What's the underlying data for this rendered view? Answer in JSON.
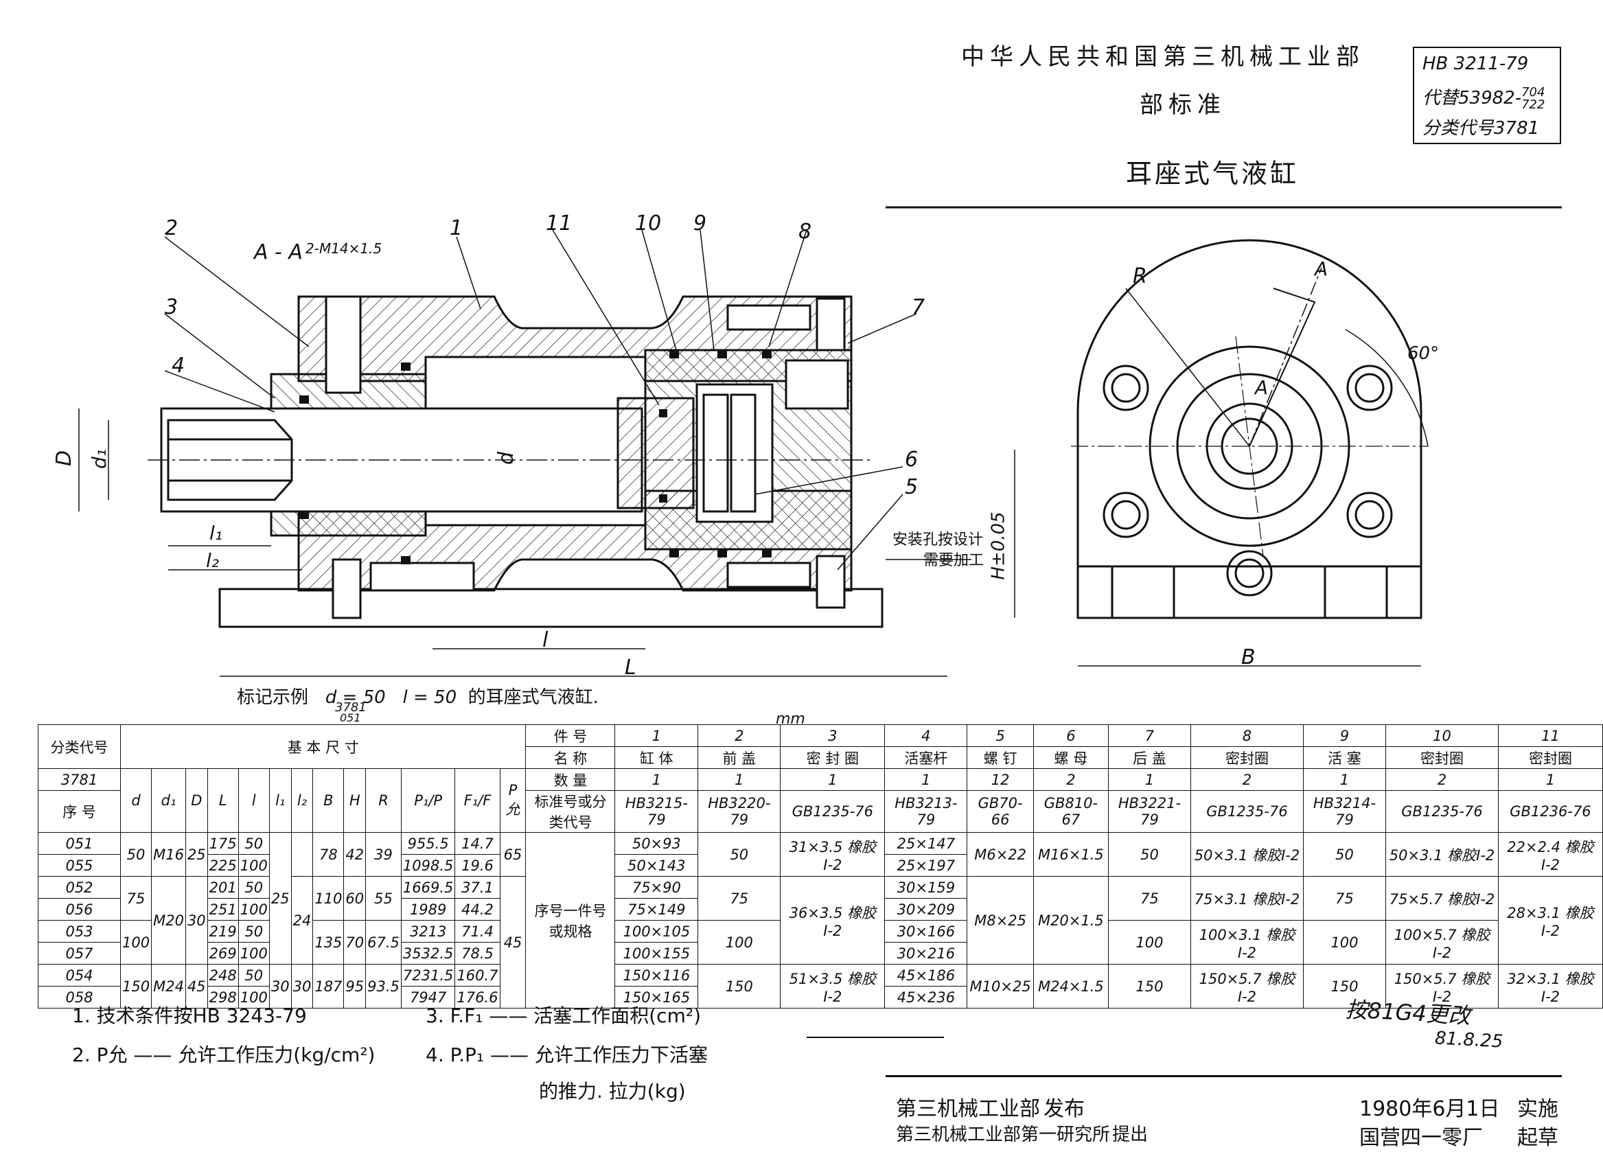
{
  "header": {
    "ministry": "中华人民共和国第三机械工业部",
    "standard_type": "部标准",
    "title": "耳座式气液缸",
    "std_no": "HB 3211-79",
    "replaces_prefix": "代替53982-",
    "replaces_num": "704",
    "replaces_den": "722",
    "class_code": "分类代号3781"
  },
  "drawing": {
    "section_label": "A - A",
    "thread_callout": "2-M14×1.5",
    "callouts": [
      "1",
      "2",
      "3",
      "4",
      "5",
      "6",
      "7",
      "8",
      "9",
      "10",
      "11"
    ],
    "dims": {
      "D": "D",
      "d1": "d₁",
      "d": "d",
      "l1": "l₁",
      "l2": "l₂",
      "l": "l",
      "L": "L",
      "B": "B",
      "H": "H±0.05",
      "R": "R",
      "A": "A",
      "angle": "60°"
    },
    "mount_note_1": "安装孔按设计",
    "mount_note_2": "需要加工",
    "marking_example_prefix": "标记示例",
    "marking_example_d": "d = 50",
    "marking_example_l": "l = 50",
    "marking_example_suffix": "的耳座式气液缸.",
    "marking_code_top": "3781",
    "marking_code_bottom": "051",
    "unit": "mm"
  },
  "table": {
    "class_code_label": "分类代号",
    "class_code_value": "3781",
    "serial_label": "序  号",
    "basic_dims_label": "基    本    尺    寸",
    "dim_headers": [
      "d",
      "d₁",
      "D",
      "L",
      "l",
      "l₁",
      "l₂",
      "B",
      "H",
      "R",
      "P₁/P",
      "F₁/F",
      "P允"
    ],
    "part_row_labels": [
      "件  号",
      "名  称",
      "数  量",
      "标准号或分类代号"
    ],
    "parts": [
      {
        "no": "1",
        "name": "缸  体",
        "qty": "1",
        "std": "HB3215-79"
      },
      {
        "no": "2",
        "name": "前  盖",
        "qty": "1",
        "std": "HB3220-79"
      },
      {
        "no": "3",
        "name": "密 封 圈",
        "qty": "1",
        "std": "GB1235-76"
      },
      {
        "no": "4",
        "name": "活塞杆",
        "qty": "1",
        "std": "HB3213-79"
      },
      {
        "no": "5",
        "name": "螺  钉",
        "qty": "12",
        "std": "GB70-66"
      },
      {
        "no": "6",
        "name": "螺  母",
        "qty": "2",
        "std": "GB810-67"
      },
      {
        "no": "7",
        "name": "后  盖",
        "qty": "1",
        "std": "HB3221-79"
      },
      {
        "no": "8",
        "name": "密封圈",
        "qty": "2",
        "std": "GB1235-76"
      },
      {
        "no": "9",
        "name": "活  塞",
        "qty": "1",
        "std": "HB3214-79"
      },
      {
        "no": "10",
        "name": "密封圈",
        "qty": "2",
        "std": "GB1235-76"
      },
      {
        "no": "11",
        "name": "密封圈",
        "qty": "1",
        "std": "GB1236-76"
      }
    ],
    "serial_spec_label": "序号一件号或规格",
    "serials": [
      "051",
      "055",
      "052",
      "056",
      "053",
      "057",
      "054",
      "058"
    ],
    "d": [
      "50",
      "75",
      "100",
      "150"
    ],
    "d1": [
      "M16",
      "M20",
      "M24"
    ],
    "D": [
      "25",
      "30",
      "45"
    ],
    "L": [
      "175",
      "225",
      "201",
      "251",
      "219",
      "269",
      "248",
      "298"
    ],
    "l": [
      "50",
      "100",
      "50",
      "100",
      "50",
      "100",
      "50",
      "100"
    ],
    "l1": [
      "25",
      "30"
    ],
    "l2": [
      "24",
      "30"
    ],
    "B": [
      "78",
      "110",
      "135",
      "187"
    ],
    "H": [
      "42",
      "60",
      "70",
      "95"
    ],
    "R": [
      "39",
      "55",
      "67.5",
      "93.5"
    ],
    "P": [
      "955.5",
      "1098.5",
      "1669.5",
      "1989",
      "3213",
      "3532.5",
      "7231.5",
      "7947"
    ],
    "F": [
      "14.7",
      "19.6",
      "37.1",
      "44.2",
      "71.4",
      "78.5",
      "160.7",
      "176.6"
    ],
    "P_allow": [
      "65",
      "45"
    ],
    "c1": [
      "50×93",
      "50×143",
      "75×90",
      "75×149",
      "100×105",
      "100×155",
      "150×116",
      "150×165"
    ],
    "c2": [
      "50",
      "75",
      "100",
      "150"
    ],
    "c3": [
      "31×3.5 橡胶Ⅰ-2",
      "36×3.5 橡胶Ⅰ-2",
      "51×3.5 橡胶Ⅰ-2"
    ],
    "c4": [
      "25×147",
      "25×197",
      "30×159",
      "30×209",
      "30×166",
      "30×216",
      "45×186",
      "45×236"
    ],
    "c5": [
      "M6×22",
      "M8×25",
      "M10×25"
    ],
    "c6": [
      "M16×1.5",
      "M20×1.5",
      "M24×1.5"
    ],
    "c7": [
      "50",
      "75",
      "100",
      "150"
    ],
    "c8": [
      "50×3.1 橡胶Ⅰ-2",
      "75×3.1 橡胶Ⅰ-2",
      "100×3.1 橡胶Ⅰ-2",
      "150×5.7 橡胶Ⅰ-2"
    ],
    "c9": [
      "50",
      "75",
      "100",
      "150"
    ],
    "c10": [
      "50×3.1 橡胶Ⅰ-2",
      "75×5.7 橡胶Ⅰ-2",
      "100×5.7 橡胶Ⅰ-2",
      "150×5.7 橡胶Ⅰ-2"
    ],
    "c11": [
      "22×2.4 橡胶Ⅰ-2",
      "28×3.1 橡胶Ⅰ-2",
      "32×3.1 橡胶Ⅰ-2"
    ]
  },
  "notes": [
    "1. 技术条件按HB 3243-79",
    "2. P允 —— 允许工作压力(kg/cm²)",
    "3. F.F₁ —— 活塞工作面积(cm²)",
    "4. P.P₁ —— 允许工作压力下活塞",
    "的推力. 拉力(kg)"
  ],
  "handwritten": "按81G4更改",
  "handwritten_2": "81.8.25",
  "footer": {
    "issuer": "第三机械工业部",
    "issue_action": "发布",
    "drafter": "第三机械工业部第一研究所",
    "drafter_action": "提出",
    "effective_date": "1980年6月1日",
    "effective_action": "实施",
    "factory": "国营四一零厂",
    "factory_action": "起草"
  }
}
